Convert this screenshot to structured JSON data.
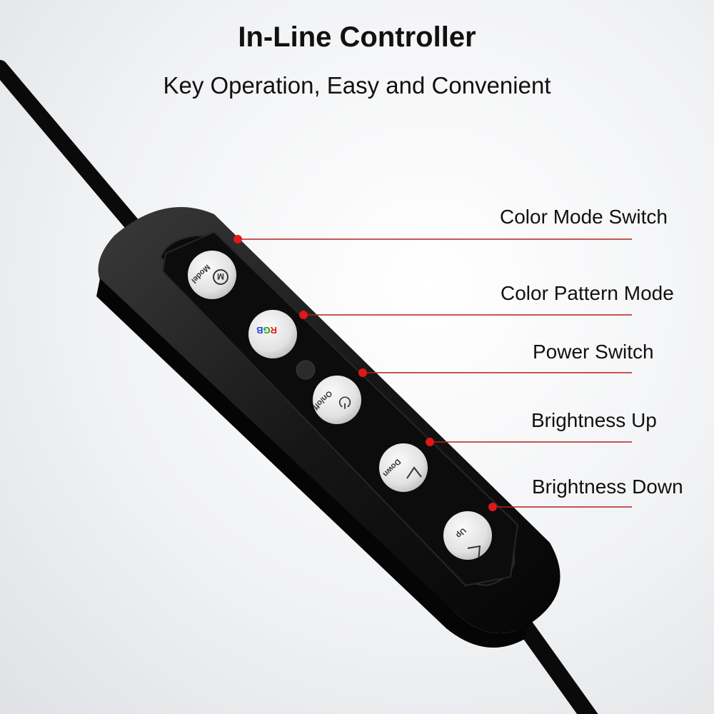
{
  "header": {
    "title": "In-Line Controller",
    "subtitle": "Key Operation, Easy and Convenient"
  },
  "controller": {
    "buttons": [
      {
        "label": "Model",
        "symbol": "M"
      },
      {
        "label": "RGB",
        "symbol": ""
      },
      {
        "label": "On/off",
        "symbol": "⏻"
      },
      {
        "label": "Down",
        "symbol": "∨"
      },
      {
        "label": "Up",
        "symbol": "∧"
      }
    ]
  },
  "callouts": [
    {
      "label": "Color Mode Switch"
    },
    {
      "label": "Color Pattern Mode"
    },
    {
      "label": "Power Switch"
    },
    {
      "label": "Brightness Up"
    },
    {
      "label": "Brightness Down"
    }
  ],
  "colors": {
    "marker": "#e01818",
    "leader_line": "#b32020",
    "body": "#141414",
    "button": "#e6e6e6"
  }
}
